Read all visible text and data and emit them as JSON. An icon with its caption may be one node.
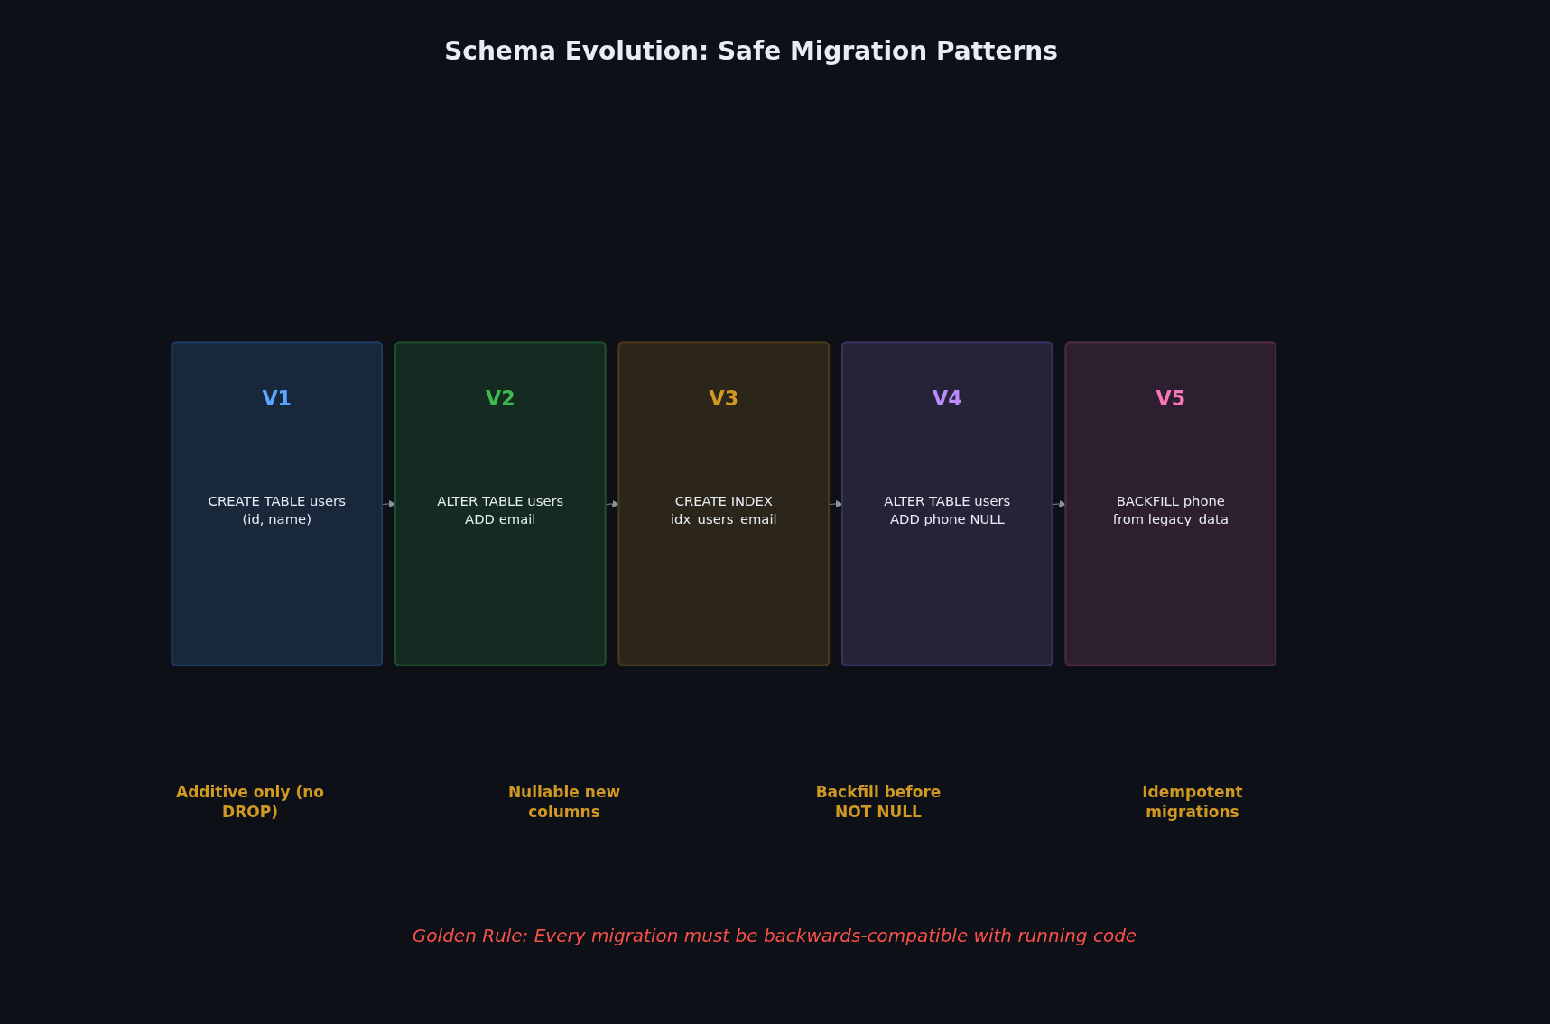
{
  "diagram": {
    "title": "Schema Evolution: Safe Migration Patterns",
    "nodes": [
      {
        "text": [
          "V1",
          "CREATE TABLE users (id, name)"
        ]
      },
      {
        "text": [
          "V2",
          "ALTER TABLE users ADD email"
        ]
      },
      {
        "text": [
          "V3",
          "CREATE INDEX idx_users_email"
        ]
      },
      {
        "text": [
          "V4",
          "ALTER TABLE users ADD phone NULL"
        ]
      },
      {
        "text": [
          "V5",
          "BACKFILL phone from legacy_data"
        ]
      }
    ],
    "edges": [
      {
        "from": 0,
        "to": 1,
        "arrow": "to"
      },
      {
        "from": 1,
        "to": 2,
        "arrow": "to"
      },
      {
        "from": 2,
        "to": 3,
        "arrow": "to"
      },
      {
        "from": 3,
        "to": 4,
        "arrow": "to"
      }
    ],
    "labels": [
      "Additive only (no DROP)",
      "Nullable new columns",
      "Backfill before NOT NULL",
      "Idempotent migrations"
    ],
    "caption": "Golden Rule: Every migration must be backwards-compatible with running code"
  }
}
